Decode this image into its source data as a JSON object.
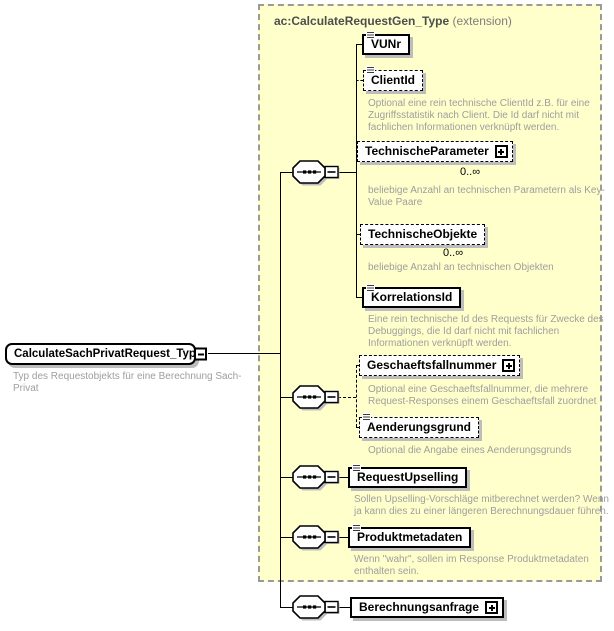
{
  "diagram": {
    "root": {
      "label": "CalculateSachPrivatRequest_Type",
      "description": "Typ des Requestobjekts für eine Berechnung Sach-Privat"
    },
    "extension": {
      "title": "ac:CalculateRequestGen_Type",
      "suffix": "(extension)"
    },
    "elements": {
      "vunr": {
        "label": "VUNr"
      },
      "clientid": {
        "label": "ClientId",
        "description": "Optional eine rein technische ClientId z.B. für eine Zugriffsstatistik nach Client. Die Id darf nicht mit fachlichen Informationen verknüpft werden."
      },
      "technischeparameter": {
        "label": "TechnischeParameter",
        "occurrence": "0..∞",
        "description": "beliebige Anzahl an technischen Parametern als Key-Value Paare"
      },
      "technischeobjekte": {
        "label": "TechnischeObjekte",
        "occurrence": "0..∞",
        "description": "beliebige Anzahl an technischen Objekten"
      },
      "korrelationsid": {
        "label": "KorrelationsId",
        "description": "Eine rein technische Id des Requests für Zwecke des Debuggings, die Id darf nicht mit fachlichen Informationen verknüpft werden."
      },
      "geschaeftsfallnummer": {
        "label": "Geschaeftsfallnummer",
        "description": "Optional eine Geschaeftsfallnummer, die mehrere Request-Responses einem Geschaeftsfall zuordnet"
      },
      "aenderungsgrund": {
        "label": "Aenderungsgrund",
        "description": "Optional die Angabe eines Aenderungsgrunds"
      },
      "requestupselling": {
        "label": "RequestUpselling",
        "description": "Sollen Upselling-Vorschläge mitberechnet werden? Wenn ja kann dies zu einer längeren Berechnungsdauer führen."
      },
      "produktmetadaten": {
        "label": "Produktmetadaten",
        "description": "Wenn \"wahr\", sollen im Response Produktmetadaten enthalten sein."
      },
      "berechnungsanfrage": {
        "label": "Berechnungsanfrage"
      }
    },
    "colors": {
      "extension_bg": "#FFFFCB",
      "box_shadow": "#BDBDBD",
      "annotation_text": "#9E9E9E",
      "header_text": "#4D4D4D"
    }
  }
}
